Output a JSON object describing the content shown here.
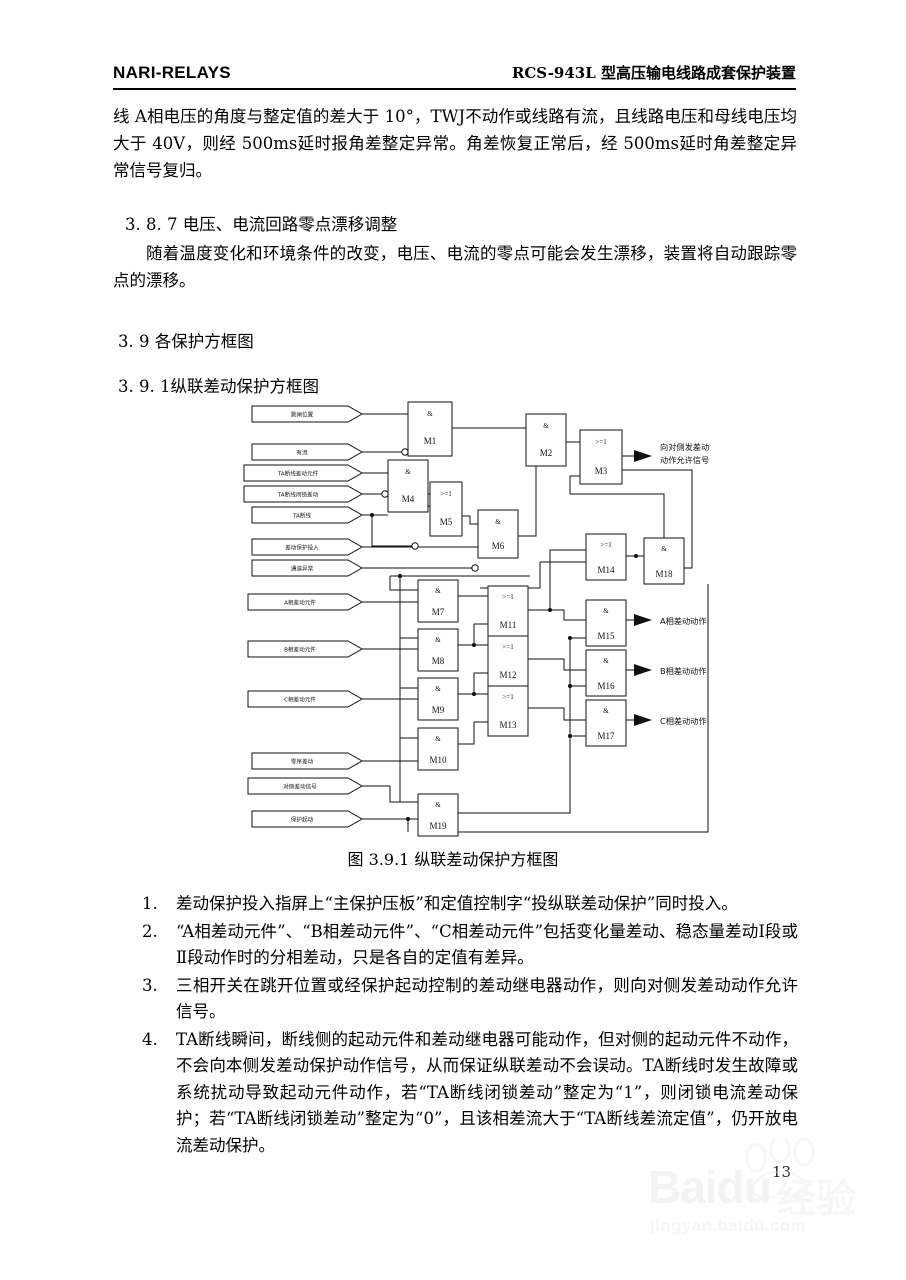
{
  "header": {
    "brand": "NARI-RELAYS",
    "title": "RCS-943L 型高压输电线路成套保护装置"
  },
  "body": {
    "opening_paragraph": "线 A相电压的角度与整定值的差大于 10°，TWJ不动作或线路有流，且线路电压和母线电压均大于 40V，则经 500ms延时报角差整定异常。角差恢复正常后，经 500ms延时角差整定异常信号复归。",
    "section_387_heading": "3. 8. 7 电压、电流回路零点漂移调整",
    "section_387_paragraph": "随着温度变化和环境条件的改变，电压、电流的零点可能会发生漂移，装置将自动跟踪零点的漂移。",
    "section_39_heading": "3. 9 各保护方框图",
    "section_391_heading": "3. 9. 1纵联差动保护方框图",
    "figure_caption": "图 3.9.1 纵联差动保护方框图"
  },
  "notes": [
    {
      "num": "1.",
      "text": "差动保护投入指屏上“主保护压板”和定值控制字“投纵联差动保护”同时投入。"
    },
    {
      "num": "2.",
      "text": "“A相差动元件”、“B相差动元件”、“C相差动元件”包括变化量差动、稳态量差动Ⅰ段或Ⅱ段动作时的分相差动，只是各自的定值有差异。"
    },
    {
      "num": "3.",
      "text": "三相开关在跳开位置或经保护起动控制的差动继电器动作，则向对侧发差动动作允许信号。"
    },
    {
      "num": "4.",
      "text": "TA断线瞬间，断线侧的起动元件和差动继电器可能动作，但对侧的起动元件不动作，不会向本侧发差动保护动作信号，从而保证纵联差动不会误动。TA断线时发生故障或系统扰动导致起动元件动作，若“TA断线闭锁差动”整定为“1”，则闭锁电流差动保护；若“TA断线闭锁差动”整定为“0”，且该相差流大于“TA断线差流定值”，仍开放电流差动保护。"
    }
  ],
  "diagram": {
    "inputs": [
      {
        "id": "in-tiaokai-weizhi",
        "label": "跳闸位置"
      },
      {
        "id": "in-youliu",
        "label": "有流"
      },
      {
        "id": "in-ta-duanxian-chadong-yuanjian",
        "label": "TA断线差动元件"
      },
      {
        "id": "in-ta-duanxian-bisuo-chadong",
        "label": "TA断线闭锁差动"
      },
      {
        "id": "in-ta-duanxian",
        "label": "TA断线"
      },
      {
        "id": "in-chadong-baohu-touru",
        "label": "差动保护投入"
      },
      {
        "id": "in-tongdao-yichang",
        "label": "通道异常"
      },
      {
        "id": "in-a-xiang-chadong-yuanjian",
        "label": "A相差动元件"
      },
      {
        "id": "in-b-xiang-chadong-yuanjian",
        "label": "B相差动元件"
      },
      {
        "id": "in-c-xiang-chadong-yuanjian",
        "label": "C相差动元件"
      },
      {
        "id": "in-lingxu-chadong",
        "label": "零序差动"
      },
      {
        "id": "in-duice-chadong-xinhao",
        "label": "对侧差动信号"
      },
      {
        "id": "in-baohu-qidong",
        "label": "保护起动"
      }
    ],
    "outputs": [
      {
        "id": "out-allow-signal",
        "line1": "向对侧发差动",
        "line2": "动作允许信号"
      },
      {
        "id": "out-a-phase",
        "line1": "A相差动动作",
        "line2": ""
      },
      {
        "id": "out-b-phase",
        "line1": "B相差动动作",
        "line2": ""
      },
      {
        "id": "out-c-phase",
        "line1": "C相差动动作",
        "line2": ""
      }
    ],
    "gates": [
      {
        "id": "M1",
        "name": "M1",
        "symbol": "&"
      },
      {
        "id": "M2",
        "name": "M2",
        "symbol": "&"
      },
      {
        "id": "M3",
        "name": "M3",
        "symbol": ">=1"
      },
      {
        "id": "M4",
        "name": "M4",
        "symbol": "&"
      },
      {
        "id": "M5",
        "name": "M5",
        "symbol": ">=1"
      },
      {
        "id": "M6",
        "name": "M6",
        "symbol": "&"
      },
      {
        "id": "M7",
        "name": "M7",
        "symbol": "&"
      },
      {
        "id": "M8",
        "name": "M8",
        "symbol": "&"
      },
      {
        "id": "M9",
        "name": "M9",
        "symbol": "&"
      },
      {
        "id": "M10",
        "name": "M10",
        "symbol": "&"
      },
      {
        "id": "M11",
        "name": "M11",
        "symbol": ">=1"
      },
      {
        "id": "M12",
        "name": "M12",
        "symbol": ">=1"
      },
      {
        "id": "M13",
        "name": "M13",
        "symbol": ">=1"
      },
      {
        "id": "M14",
        "name": "M14",
        "symbol": ">=1"
      },
      {
        "id": "M15",
        "name": "M15",
        "symbol": "&"
      },
      {
        "id": "M16",
        "name": "M16",
        "symbol": "&"
      },
      {
        "id": "M17",
        "name": "M17",
        "symbol": "&"
      },
      {
        "id": "M18",
        "name": "M18",
        "symbol": "&"
      },
      {
        "id": "M19",
        "name": "M19",
        "symbol": "&"
      }
    ]
  },
  "watermark": {
    "brand": "Baidu",
    "brand_cn": "经验",
    "url": "jingyan.baidu.com"
  },
  "page_number": "13"
}
